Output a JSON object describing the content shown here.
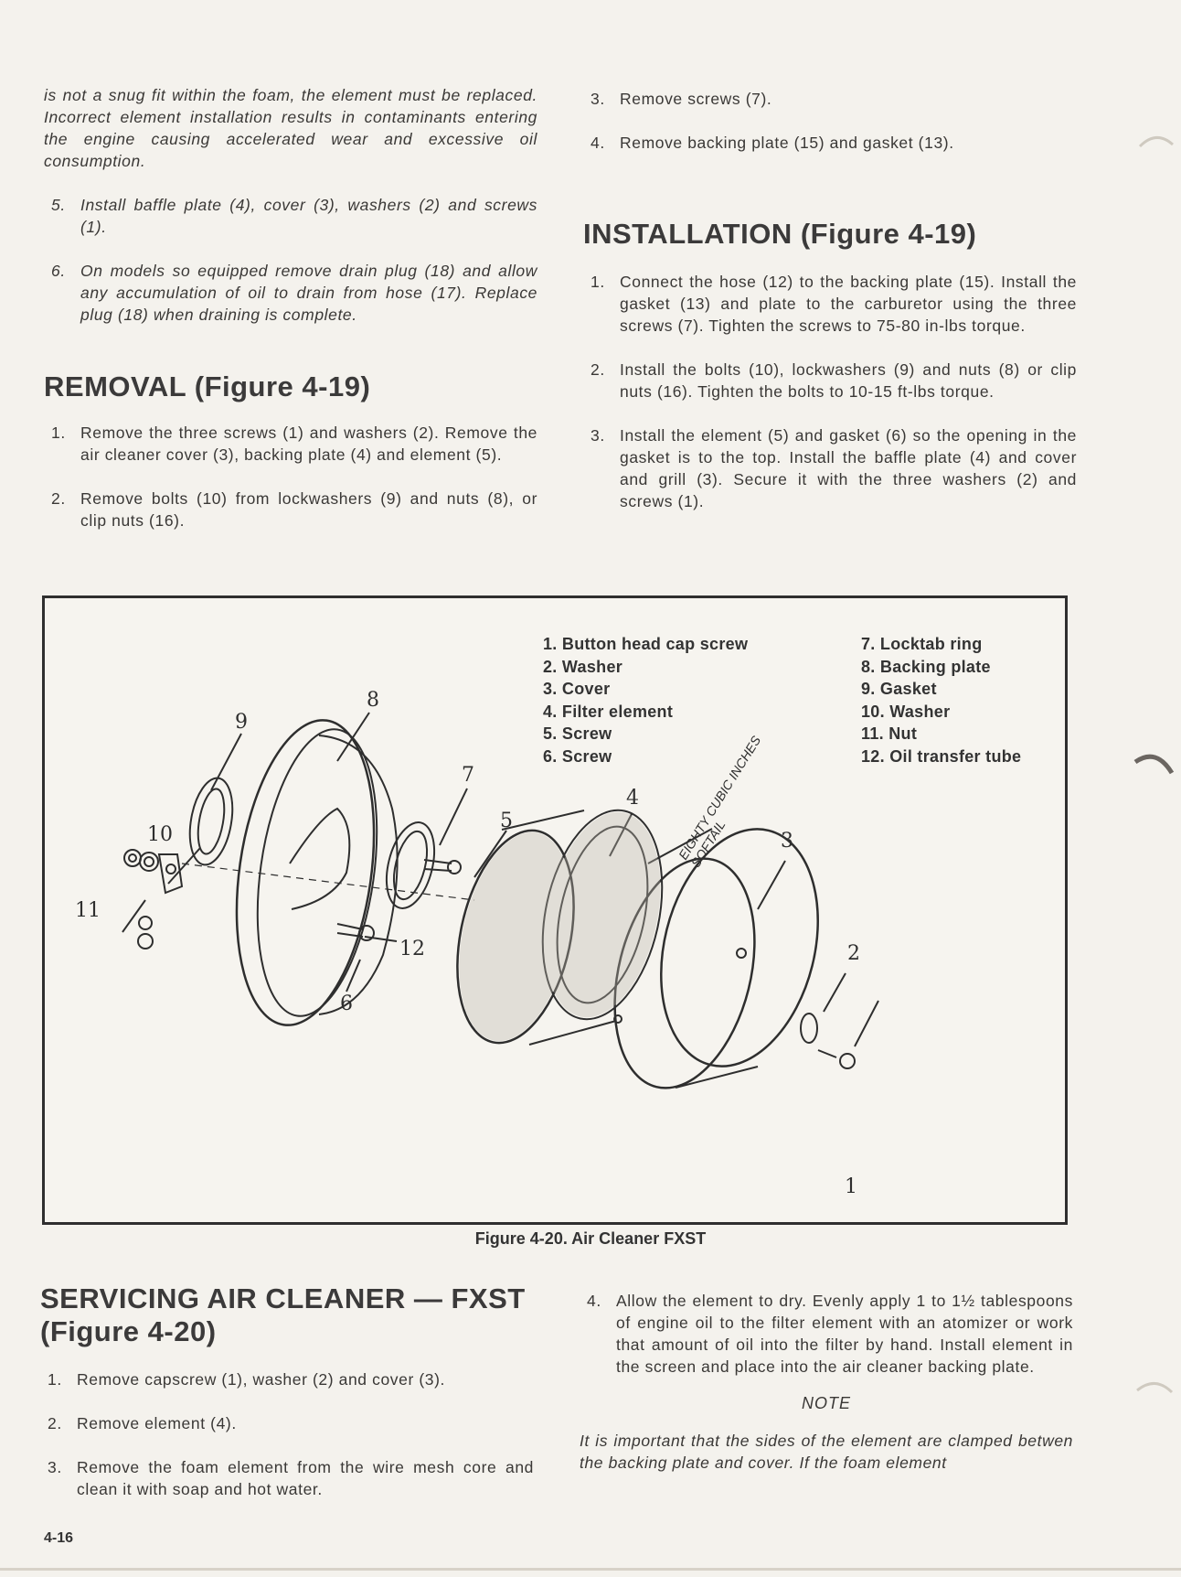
{
  "left_top": {
    "continuation": "is not a snug fit within the foam, the element must be replaced. Incorrect element installation results in contaminants entering the engine causing accelerated wear and excessive oil consumption.",
    "items": [
      {
        "num": "5.",
        "text": "Install baffle plate (4), cover (3), washers (2) and screws (1)."
      },
      {
        "num": "6.",
        "text": "On models so equipped remove drain plug (18) and allow any accumulation of oil to drain from hose (17). Replace plug (18) when draining is complete."
      }
    ]
  },
  "removal": {
    "heading": "REMOVAL (Figure 4-19)",
    "items": [
      {
        "num": "1.",
        "text": "Remove the three screws (1) and washers (2). Remove the air cleaner cover (3), backing plate (4) and element (5)."
      },
      {
        "num": "2.",
        "text": "Remove bolts (10) from lockwashers (9) and nuts (8), or clip nuts (16)."
      }
    ]
  },
  "right_top": {
    "items": [
      {
        "num": "3.",
        "text": "Remove screws (7)."
      },
      {
        "num": "4.",
        "text": "Remove backing plate (15) and gasket (13)."
      }
    ]
  },
  "installation": {
    "heading": "INSTALLATION (Figure 4-19)",
    "items": [
      {
        "num": "1.",
        "text": "Connect the hose (12) to the backing plate (15). Install the gasket (13) and plate to the carburetor using the three screws (7). Tighten the screws to 75-80 in-lbs torque."
      },
      {
        "num": "2.",
        "text": "Install the bolts (10), lockwashers (9) and nuts (8) or clip nuts (16). Tighten the bolts to 10-15 ft-lbs torque."
      },
      {
        "num": "3.",
        "text": "Install the element (5) and gasket (6) so the opening in the gasket is to the top. Install the baffle plate (4) and cover and grill (3). Secure it with the three washers (2) and screws (1)."
      }
    ]
  },
  "figure": {
    "legend_left": [
      "1. Button head cap screw",
      "2. Washer",
      "3. Cover",
      "4. Filter element",
      "5. Screw",
      "6. Screw"
    ],
    "legend_right": [
      "7. Locktab ring",
      "8. Backing plate",
      "9. Gasket",
      "10. Washer",
      "11. Nut",
      "12. Oil transfer tube"
    ],
    "callouts": [
      "1",
      "2",
      "3",
      "4",
      "5",
      "6",
      "7",
      "8",
      "9",
      "10",
      "11",
      "12"
    ],
    "cover_lettering": "EIGHTY CUBIC INCHES SOFTAIL",
    "caption": "Figure 4-20. Air Cleaner FXST"
  },
  "servicing": {
    "heading_line1": "SERVICING AIR CLEANER — FXST",
    "heading_line2": "(Figure 4-20)",
    "items": [
      {
        "num": "1.",
        "text": "Remove capscrew (1), washer (2) and cover (3)."
      },
      {
        "num": "2.",
        "text": "Remove element (4)."
      },
      {
        "num": "3.",
        "text": "Remove the foam element from the wire mesh core and clean it with soap and hot water."
      }
    ]
  },
  "right_bottom": {
    "items": [
      {
        "num": "4.",
        "text": "Allow the element to dry. Evenly apply 1 to 1½ tablespoons of engine oil to the filter element with an atomizer or work that amount of oil into the filter by hand. Install element in the screen and place into the air cleaner backing plate."
      }
    ],
    "note_heading": "NOTE",
    "note_text": "It is important that the sides of the element are clamped betwen the backing plate and cover. If the foam element"
  },
  "page_number": "4-16"
}
